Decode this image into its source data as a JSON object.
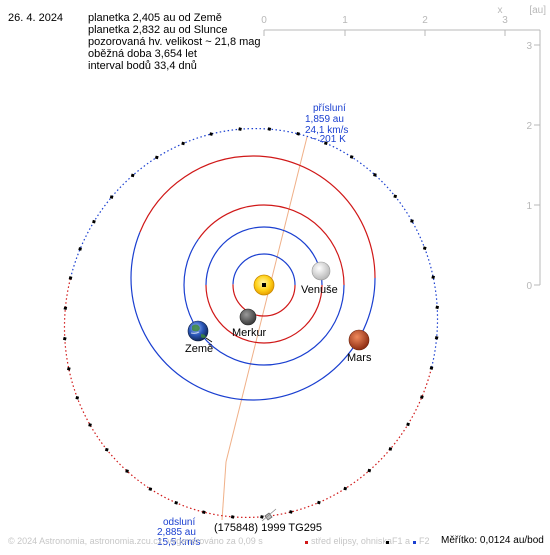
{
  "date": "26. 4. 2024",
  "info": [
    "planetka 2,405 au od Země",
    "planetka 2,832 au od Slunce",
    "pozorovaná hv. velikost ~ 21,8 mag",
    "oběžná doba 3,654 let",
    "interval bodů 33,4 dnů"
  ],
  "axis": {
    "x_ticks": [
      "0",
      "1",
      "2",
      "3"
    ],
    "y_ticks": [
      "3",
      "2",
      "1",
      "0"
    ],
    "x_label": "x",
    "unit_label": "[au]"
  },
  "perihelion": [
    "přísluní",
    "1,859 au",
    "24,1 km/s",
    "~ 201 K"
  ],
  "aphelion": [
    "odsluní",
    "2,885 au",
    "15,5 km/s"
  ],
  "planets": {
    "mercury": "Merkur",
    "venus": "Venuše",
    "earth": "Země",
    "mars": "Mars"
  },
  "asteroid_name": "(175848) 1999 TG295",
  "footer": {
    "copyright": "© 2024 Astronomia, astronomia.zcu.cz, vygenerováno za 0,09 s",
    "legend_center": "střed elipsy, ohniska",
    "f1": "F1 a",
    "f2": "F2",
    "scale": "Měřítko: 0,0124 au/bod"
  },
  "colors": {
    "orbit_near": "#d01818",
    "orbit_far": "#1a3fd0",
    "text_blue": "#1a3fd0",
    "axis_gray": "#b8b8b8",
    "apsis_line": "#f0b088",
    "sun": "#ffd21a",
    "mars": "#c24a28"
  }
}
